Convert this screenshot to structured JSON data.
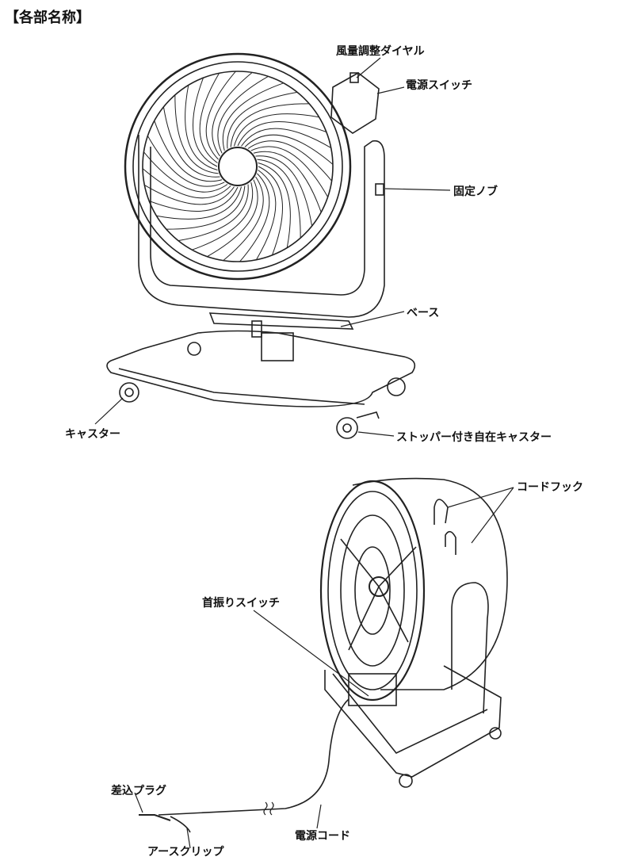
{
  "title": "【各部名称】",
  "labels": {
    "air_dial": "風量調整ダイヤル",
    "power_switch": "電源スイッチ",
    "fixing_knob": "固定ノブ",
    "base": "ベース",
    "caster": "キャスター",
    "stopper_caster": "ストッパー付き自在キャスター",
    "cord_hook": "コードフック",
    "swing_switch": "首振りスイッチ",
    "plug": "差込プラグ",
    "earth_clip": "アースクリップ",
    "power_cord": "電源コード"
  }
}
